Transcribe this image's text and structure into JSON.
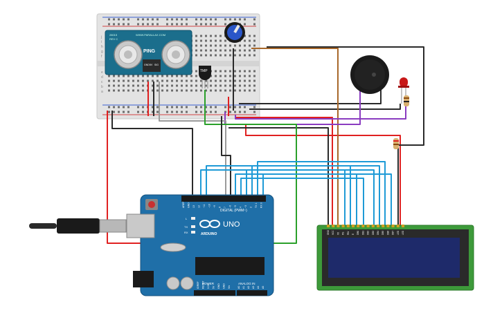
{
  "breadboard": {
    "row_letters_top": [
      "j",
      "i",
      "h",
      "g",
      "f"
    ],
    "row_letters_bottom": [
      "e",
      "d",
      "c",
      "b",
      "a"
    ]
  },
  "ping_sensor": {
    "brand_line": "WWW.PARALLAX.COM",
    "model_code": "28015",
    "rev": "REV C",
    "label": "PING",
    "pin_labels": [
      "GND",
      "5V",
      "SIG"
    ]
  },
  "temperature_sensor": {
    "label": "TMP"
  },
  "arduino": {
    "model": "UNO",
    "brand": "ARDUINO",
    "digital_header": "DIGITAL (PWM~)",
    "analog_header": "ANALOG IN",
    "power_header": "POWER",
    "led_labels": [
      "L",
      "TX",
      "RX"
    ],
    "digital_pin_labels": [
      "AREF",
      "GND",
      "13",
      "12",
      "~11",
      "~10",
      "~9",
      "8",
      "7",
      "~6",
      "~5",
      "4",
      "~3",
      "2",
      "TX 1",
      "RX 0"
    ],
    "power_pin_labels": [
      "IOREF",
      "RESET",
      "3.3V",
      "5V",
      "GND",
      "GND",
      "Vin"
    ],
    "analog_pin_labels": [
      "A0",
      "A1",
      "A2",
      "A3",
      "A4",
      "A5"
    ]
  },
  "lcd": {
    "pin_labels": [
      "GND",
      "VCC",
      "V0",
      "RS",
      "RW",
      "E",
      "DB0",
      "DB1",
      "DB2",
      "DB3",
      "DB4",
      "DB5",
      "DB6",
      "DB7",
      "LED",
      "LED"
    ]
  },
  "colors": {
    "wire_red": "#e02020",
    "wire_black": "#2a2a2a",
    "wire_blue": "#1e9ad6",
    "wire_green": "#2aa02a",
    "wire_purple": "#8a3bc0",
    "wire_brown": "#a8682a",
    "wire_gray": "#9a9a9a",
    "arduino_board": "#1f6fa8",
    "lcd_board": "#3d9a3a",
    "lcd_screen": "#1e2a6a",
    "ping_board": "#1b6e8c"
  }
}
